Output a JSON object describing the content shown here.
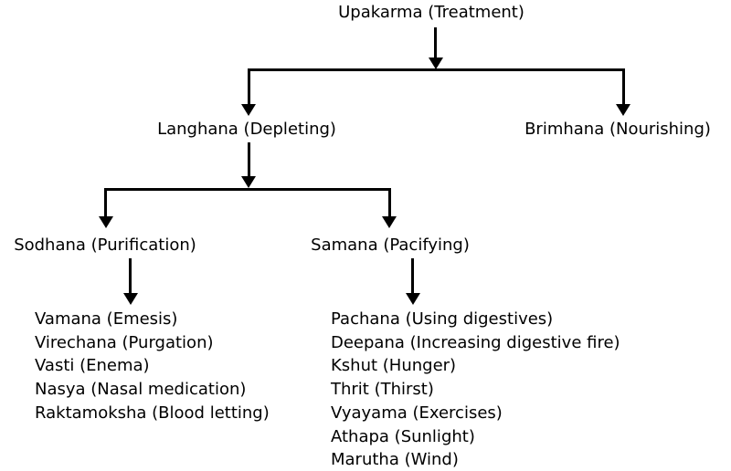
{
  "diagram_title": "Upakarma treatment classification flowchart",
  "colors": {
    "line": "#000000",
    "text": "#000000",
    "background": "#ffffff"
  },
  "nodes": {
    "root": "Upakarma (Treatment)",
    "langhana": "Langhana (Depleting)",
    "brimhana": "Brimhana (Nourishing)",
    "sodhana": "Sodhana (Purification)",
    "samana": "Samana (Pacifying)"
  },
  "lists": {
    "sodhana": [
      "Vamana (Emesis)",
      "Virechana (Purgation)",
      "Vasti (Enema)",
      "Nasya (Nasal medication)",
      "Raktamoksha (Blood letting)"
    ],
    "samana": [
      "Pachana (Using digestives)",
      "Deepana (Increasing digestive fire)",
      "Kshut (Hunger)",
      "Thrit (Thirst)",
      "Vyayama (Exercises)",
      "Athapa (Sunlight)",
      "Marutha (Wind)"
    ]
  }
}
